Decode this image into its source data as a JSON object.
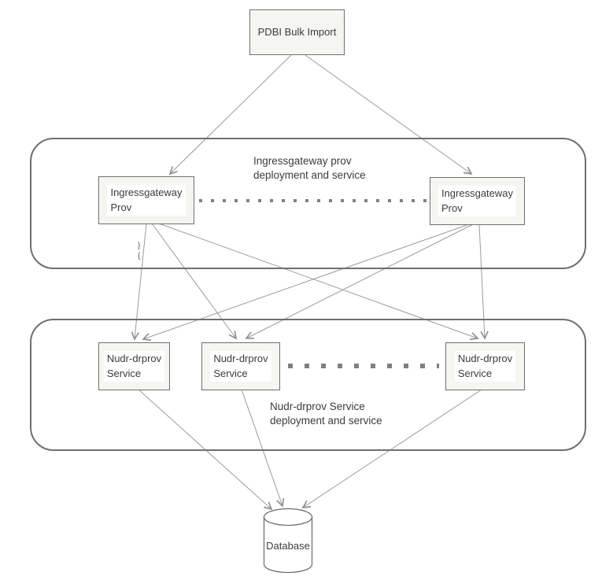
{
  "diagram": {
    "pdbi": {
      "label": "PDBI Bulk Import"
    },
    "ingress_group": {
      "caption": {
        "line1": "Ingressgateway prov",
        "line2": "deployment and service"
      },
      "node_left": {
        "line1": "Ingressgateway",
        "line2": "Prov"
      },
      "node_right": {
        "line1": "Ingressgateway",
        "line2": "Prov"
      }
    },
    "nudr_group": {
      "caption": {
        "line1": "Nudr-drprov Service",
        "line2": "deployment and service"
      },
      "node1": {
        "line1": "Nudr-drprov",
        "line2": "Service"
      },
      "node2": {
        "line1": "Nudr-drprov",
        "line2": "Service"
      },
      "node3": {
        "line1": "Nudr-drprov",
        "line2": "Service"
      }
    },
    "database": {
      "label": "Database"
    },
    "line_marks": {
      "top": "}",
      "bottom": "{"
    },
    "colors": {
      "background": "#ffffff",
      "node_fill": "#f5f5f2",
      "node_border": "#6f6f6f",
      "group_border": "#6f6f6f",
      "connector": "#9b9b9b",
      "arrowhead": "#8c8c8c",
      "dotted_line": "#808080",
      "text": "#3b3b3b"
    }
  }
}
